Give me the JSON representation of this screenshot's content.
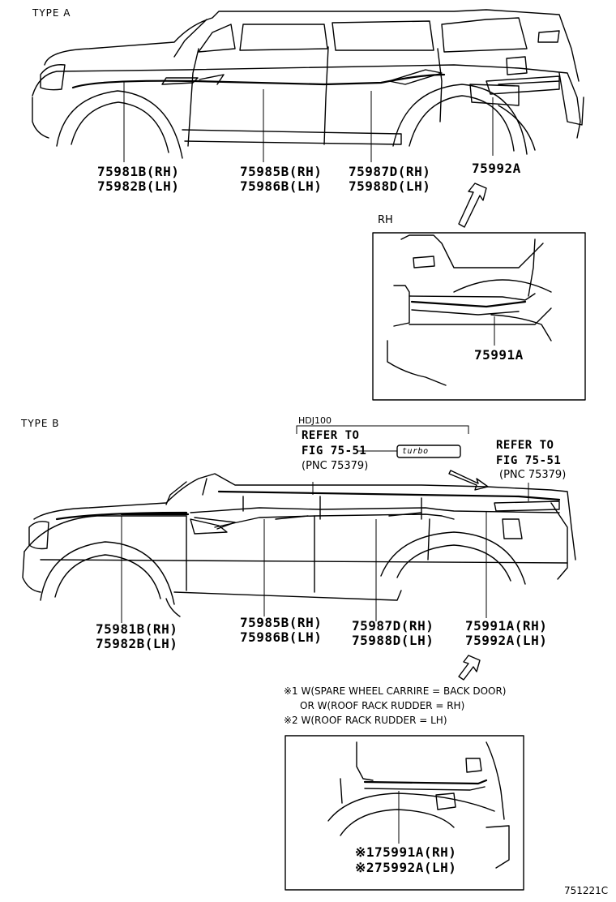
{
  "type_a": {
    "title": "TYPE A",
    "labels": {
      "l1_rh": "75981B(RH)",
      "l1_lh": "75982B(LH)",
      "l2_rh": "75985B(RH)",
      "l2_lh": "75986B(LH)",
      "l3_rh": "75987D(RH)",
      "l3_lh": "75988D(LH)",
      "l4": "75992A"
    },
    "inset": {
      "side": "RH",
      "label": "75991A"
    }
  },
  "type_b": {
    "title": "TYPE B",
    "hdj": "HDJ100",
    "refer1": {
      "line1": "REFER TO",
      "line2": "FIG 75-51",
      "line3": "(PNC 75379)"
    },
    "refer2": {
      "line1": "REFER TO",
      "line2": "FIG 75-51",
      "line3": "(PNC 75379)"
    },
    "emblem": "turbo",
    "labels": {
      "l1_rh": "75981B(RH)",
      "l1_lh": "75982B(LH)",
      "l2_rh": "75985B(RH)",
      "l2_lh": "75986B(LH)",
      "l3_rh": "75987D(RH)",
      "l3_lh": "75988D(LH)",
      "l4_rh": "75991A(RH)",
      "l4_lh": "75992A(LH)"
    },
    "notes": {
      "n1": "※1 W(SPARE WHEEL CARRIRE = BACK DOOR)",
      "n2": "OR W(ROOF RACK RUDDER = RH)",
      "n3": "※2 W(ROOF RACK RUDDER = LH)"
    },
    "inset": {
      "rh": "※175991A(RH)",
      "lh": "※275992A(LH)"
    }
  },
  "figure_id": "751221C"
}
